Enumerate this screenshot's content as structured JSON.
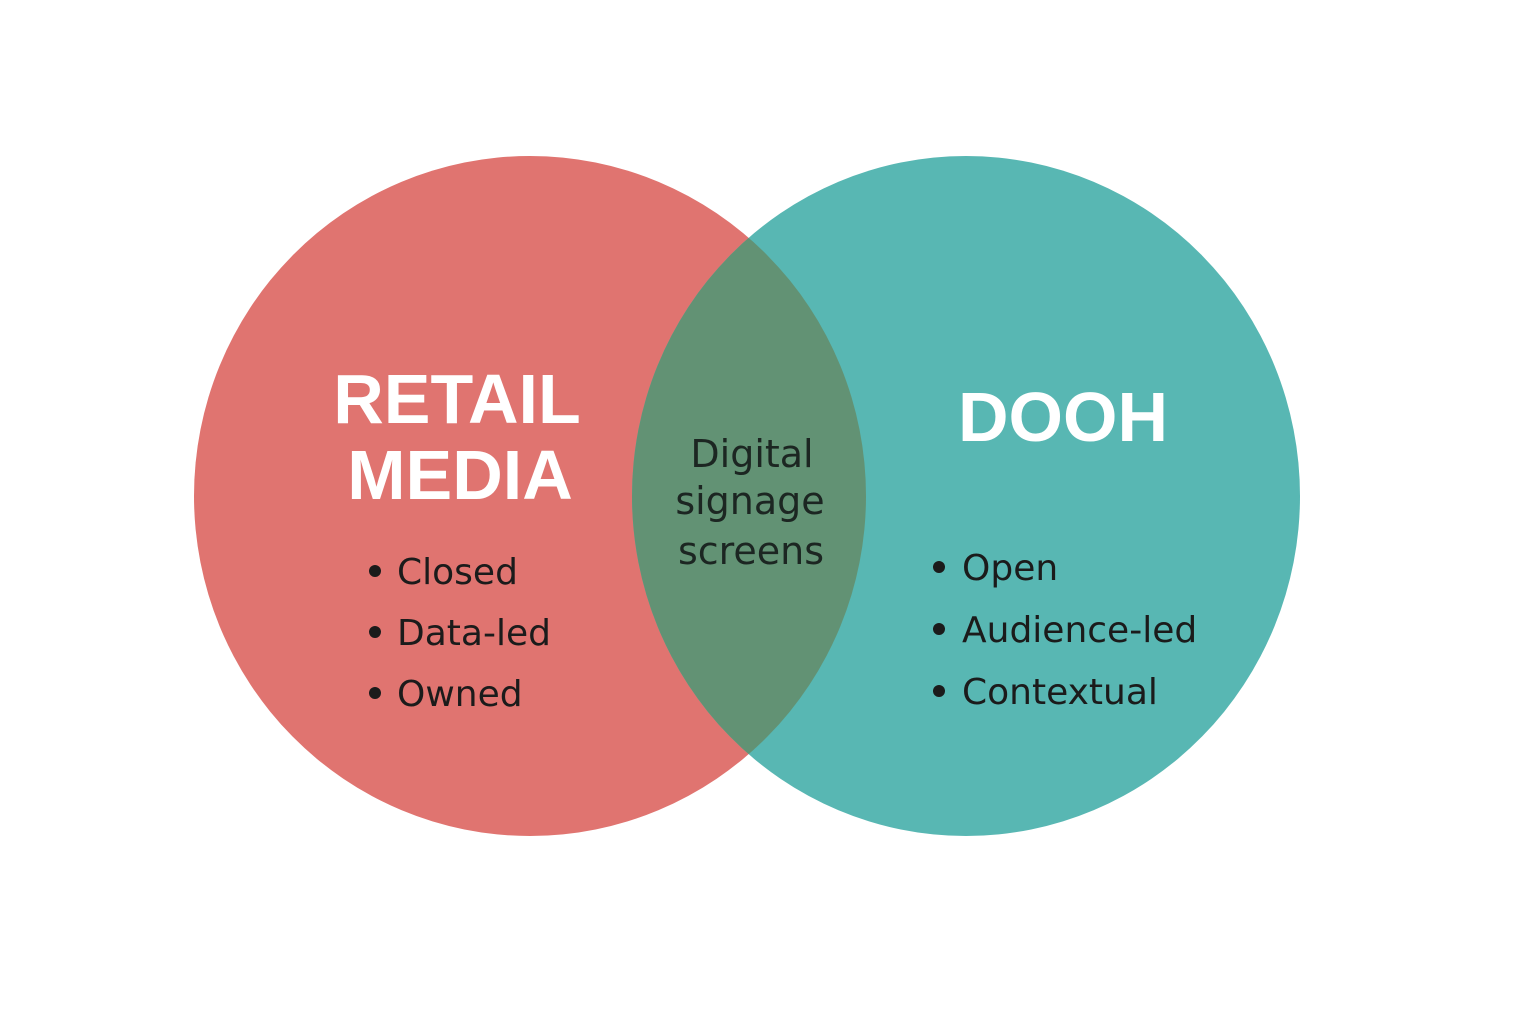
{
  "left_set": {
    "title_lines": [
      "RETAIL",
      "MEDIA"
    ],
    "items": [
      "Closed",
      "Data-led",
      "Owned"
    ],
    "color": "#e07470"
  },
  "right_set": {
    "title_lines": [
      "DOOH"
    ],
    "items": [
      "Open",
      "Audience-led",
      "Contextual"
    ],
    "color": "#58b7b3"
  },
  "intersection": {
    "lines": [
      "Digital",
      "signage",
      "screens"
    ],
    "color": "#629274"
  }
}
